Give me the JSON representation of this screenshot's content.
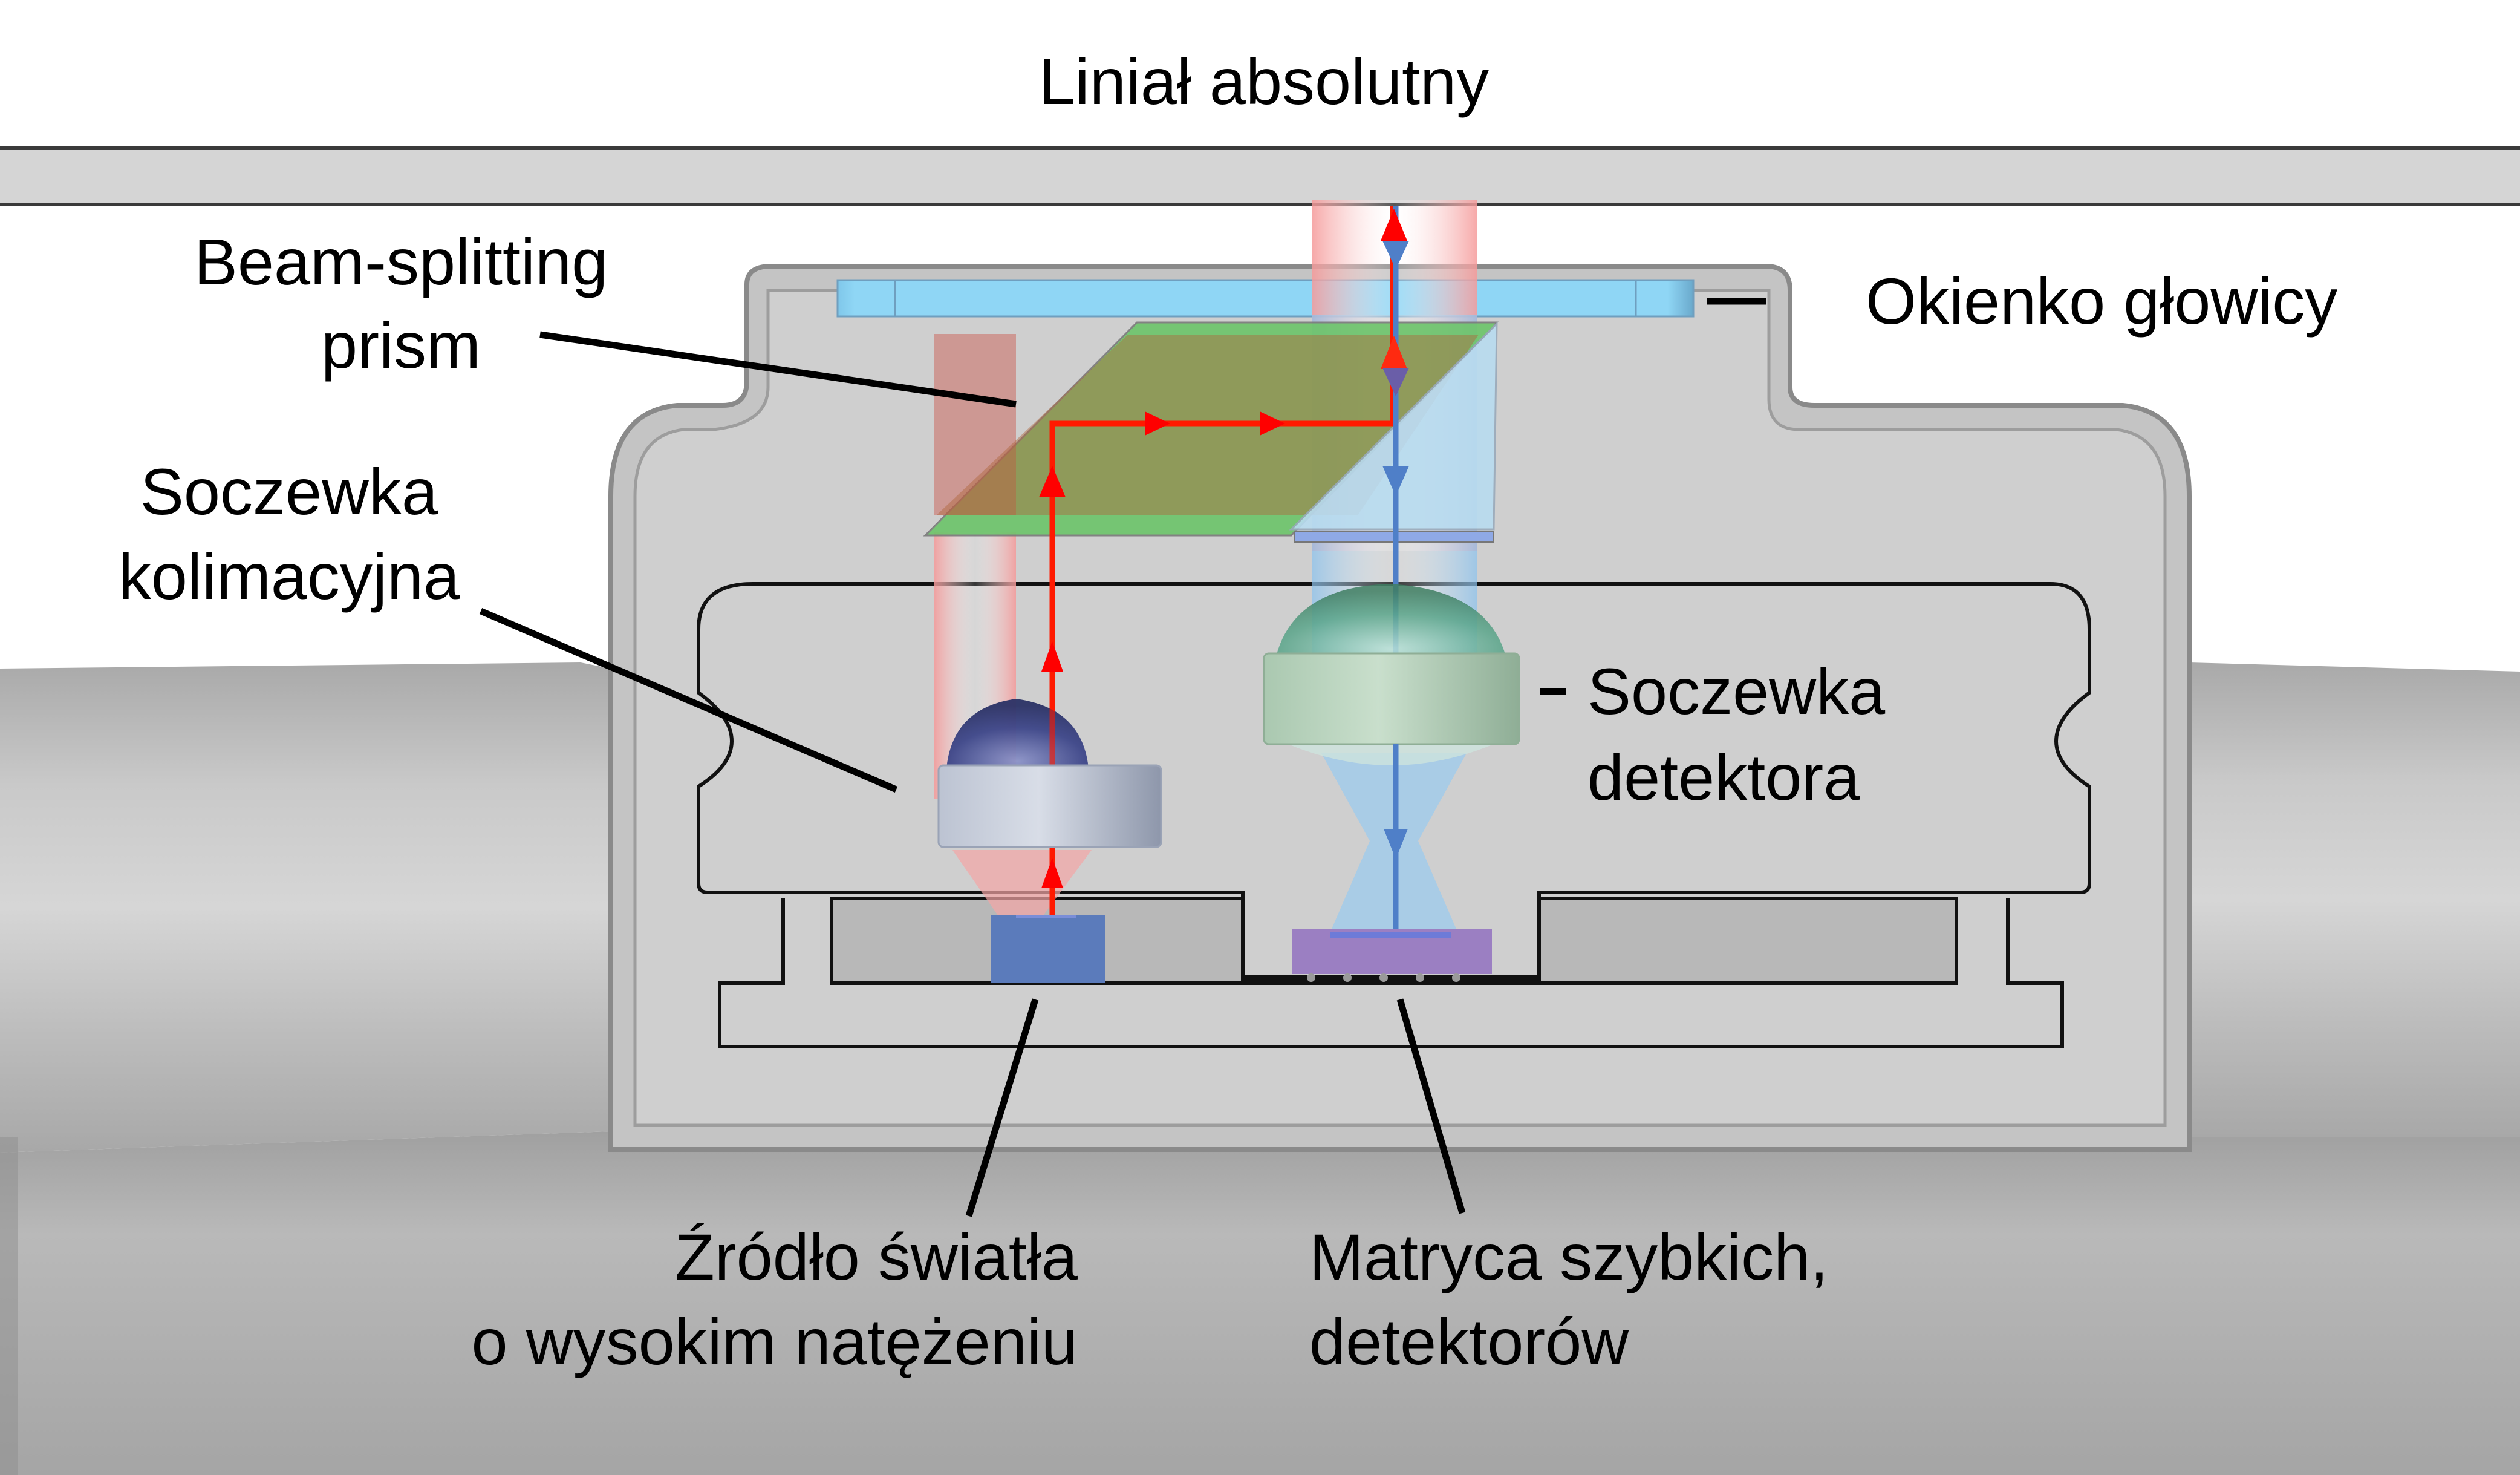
{
  "title": "Liniał absolutny",
  "labels": {
    "prism": [
      "Beam-splitting",
      "prism"
    ],
    "collimating_lens": [
      "Soczewka",
      "kolimacyjna"
    ],
    "window": "Okienko głowicy",
    "detector_lens": [
      "Soczewka",
      "detektora"
    ],
    "light_source": [
      "Źródło światła",
      "o wysokim natężeniu"
    ],
    "detector_array": [
      "Matryca szybkich,",
      "detektorów"
    ]
  },
  "colors": {
    "ruler_fill": "#d5d5d5",
    "ruler_border": "#3a3a3a",
    "window_fill": "#8fd6f5",
    "prism_green": "#6cc46a",
    "prism_blue": "#b8dcf0",
    "red_beam": "#ff0000",
    "red_beam_glow": "#f7a0a0",
    "blue_beam": "#4f7fc8",
    "blue_beam_glow": "#9ccbee",
    "source_block": "#5b7bbb",
    "detector_block": "#9b7fc2",
    "collimating_lens_body": "#c8cfdc",
    "detector_lens_body": "#bcd5c0",
    "housing_gray": "#b9b9b9"
  }
}
